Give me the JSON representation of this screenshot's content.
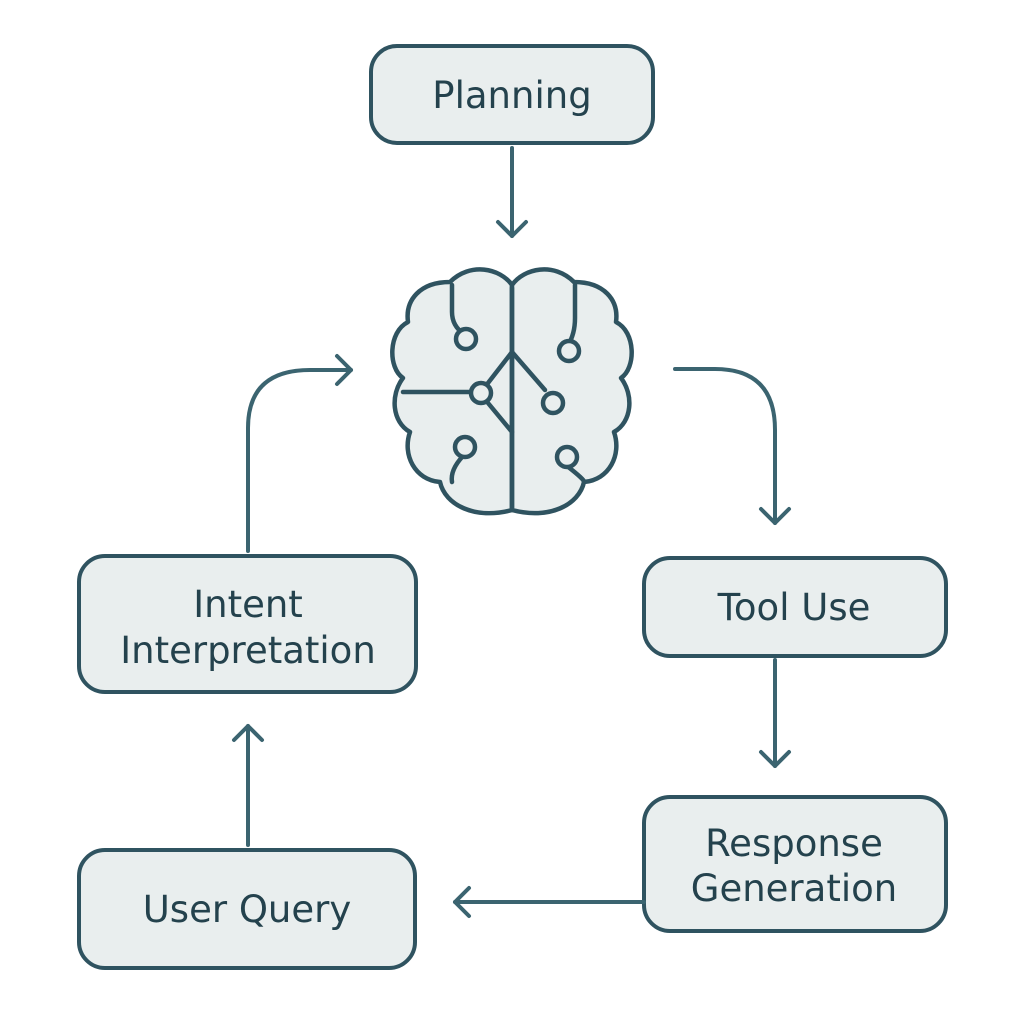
{
  "diagram": {
    "center_icon": "brain-circuit-icon",
    "nodes": {
      "planning": {
        "label": "Planning"
      },
      "tool_use": {
        "label": "Tool Use"
      },
      "response_generation": {
        "line1": "Response",
        "line2": "Generation"
      },
      "user_query": {
        "label": "User Query"
      },
      "intent_interpretation": {
        "line1": "Intent",
        "line2": "Interpretation"
      }
    },
    "flow": [
      "Planning → brain",
      "brain → Tool Use",
      "Tool Use → Response Generation",
      "Response Generation → User Query",
      "User Query → Intent Interpretation",
      "Intent Interpretation → brain"
    ]
  },
  "colors": {
    "stroke": "#2f5360",
    "box_fill": "#e9eeee",
    "text": "#24424d",
    "background": "#ffffff"
  }
}
